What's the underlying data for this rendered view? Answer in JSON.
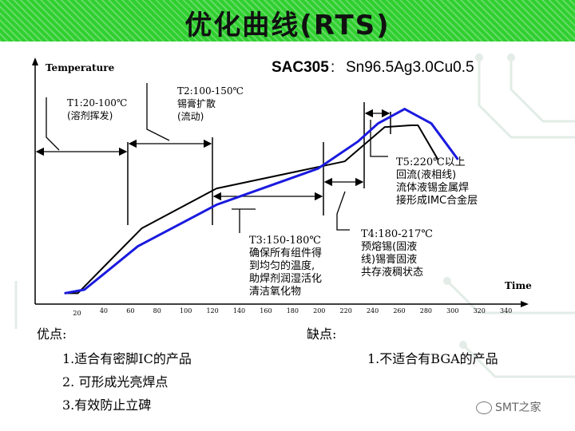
{
  "title": "优化曲线(RTS)",
  "alloy": {
    "name": "SAC305",
    "sep": ":",
    "composition": "Sn96.5Ag3.0Cu0.5"
  },
  "axes": {
    "ylabel": "Temperature",
    "xlabel": "Time"
  },
  "ticks": [
    "20",
    "40",
    "60",
    "80",
    "100",
    "120",
    "140",
    "160",
    "180",
    "200",
    "220",
    "240",
    "260",
    "280",
    "300",
    "320",
    "340"
  ],
  "zones": {
    "t1": {
      "line1": "T1:20-100℃",
      "line2": "(溶剂挥发)"
    },
    "t2": {
      "line1": "T2:100-150℃",
      "line2": "锡膏扩散",
      "line3": "(流动)"
    },
    "t3": {
      "line1": "T3:150-180℃",
      "line2": "确保所有组件得",
      "line3": "到均匀的温度,",
      "line4": "助焊剂润湿活化",
      "line5": "清洁氧化物"
    },
    "t4": {
      "line1": "T4:180-217℃",
      "line2": "预熔锡(固液",
      "line3": "线)锡膏固液",
      "line4": "共存液稠状态"
    },
    "t5": {
      "line1": "T5:220℃以上",
      "line2": "回流(液相线)",
      "line3": "流体液锡金属焊",
      "line4": "接形成IMC合金层"
    }
  },
  "pros": {
    "heading": "优点:",
    "items": [
      "1.适合有密脚IC的产品",
      "2. 可形成光亮焊点",
      "3.有效防止立碑"
    ]
  },
  "cons": {
    "heading": "缺点:",
    "items": [
      "1.不适合有BGA的产品"
    ]
  },
  "watermark": "SMT之家",
  "chart_data": {
    "type": "line",
    "x_ticks": [
      20,
      40,
      60,
      80,
      100,
      120,
      140,
      160,
      180,
      200,
      220,
      240,
      260,
      280,
      300,
      320,
      340
    ],
    "series": [
      {
        "color": "#000000",
        "x": [
          10,
          20,
          68,
          124,
          220,
          250,
          270,
          275,
          290
        ],
        "y": [
          0.06,
          0.06,
          0.42,
          0.64,
          0.79,
          0.98,
          0.99,
          0.99,
          0.8
        ]
      },
      {
        "color": "#1a1adf",
        "x": [
          10,
          25,
          65,
          124,
          200,
          230,
          245,
          265,
          285,
          305
        ],
        "y": [
          0.06,
          0.08,
          0.32,
          0.55,
          0.75,
          0.9,
          1.0,
          1.08,
          1.0,
          0.8
        ]
      }
    ]
  },
  "colors": {
    "title_bar": "#2fcf2f",
    "curve_blue": "#1a1adf",
    "curve_black": "#000000"
  }
}
